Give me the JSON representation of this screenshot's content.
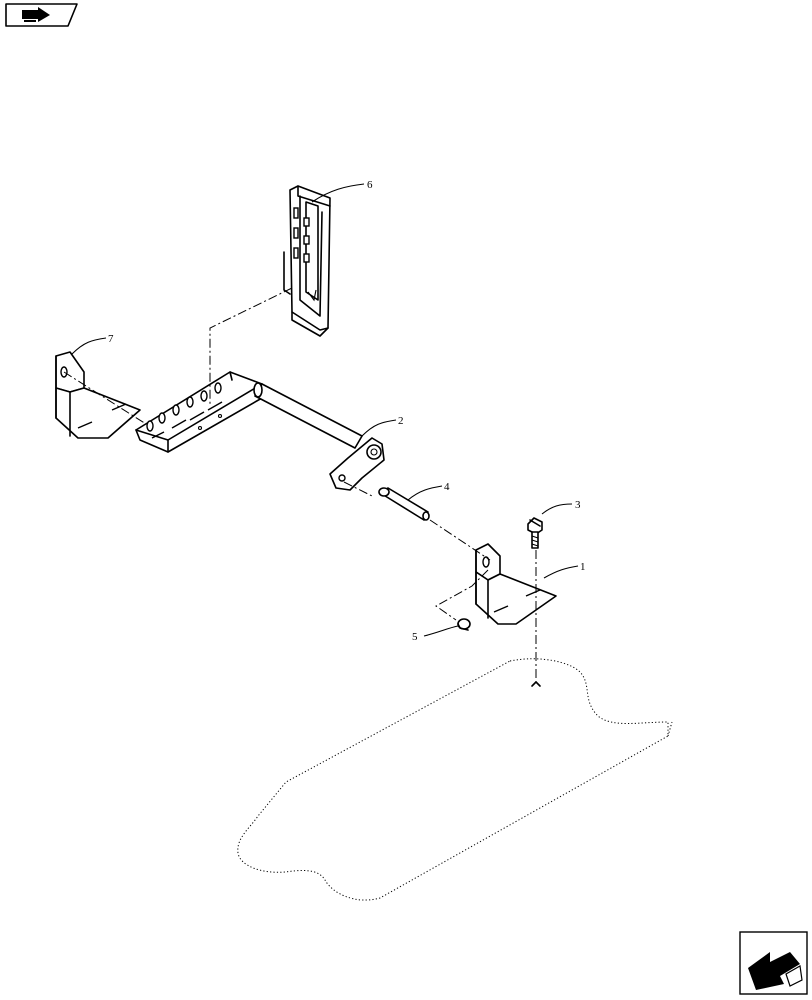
{
  "diagram": {
    "callouts": [
      {
        "id": "1",
        "label": "1"
      },
      {
        "id": "2",
        "label": "2"
      },
      {
        "id": "3",
        "label": "3"
      },
      {
        "id": "4",
        "label": "4"
      },
      {
        "id": "5",
        "label": "5"
      },
      {
        "id": "6",
        "label": "6"
      },
      {
        "id": "7",
        "label": "7"
      }
    ]
  },
  "icons": {
    "top_left": "book-arrow-icon",
    "bottom_right": "navigation-arrow-icon"
  }
}
